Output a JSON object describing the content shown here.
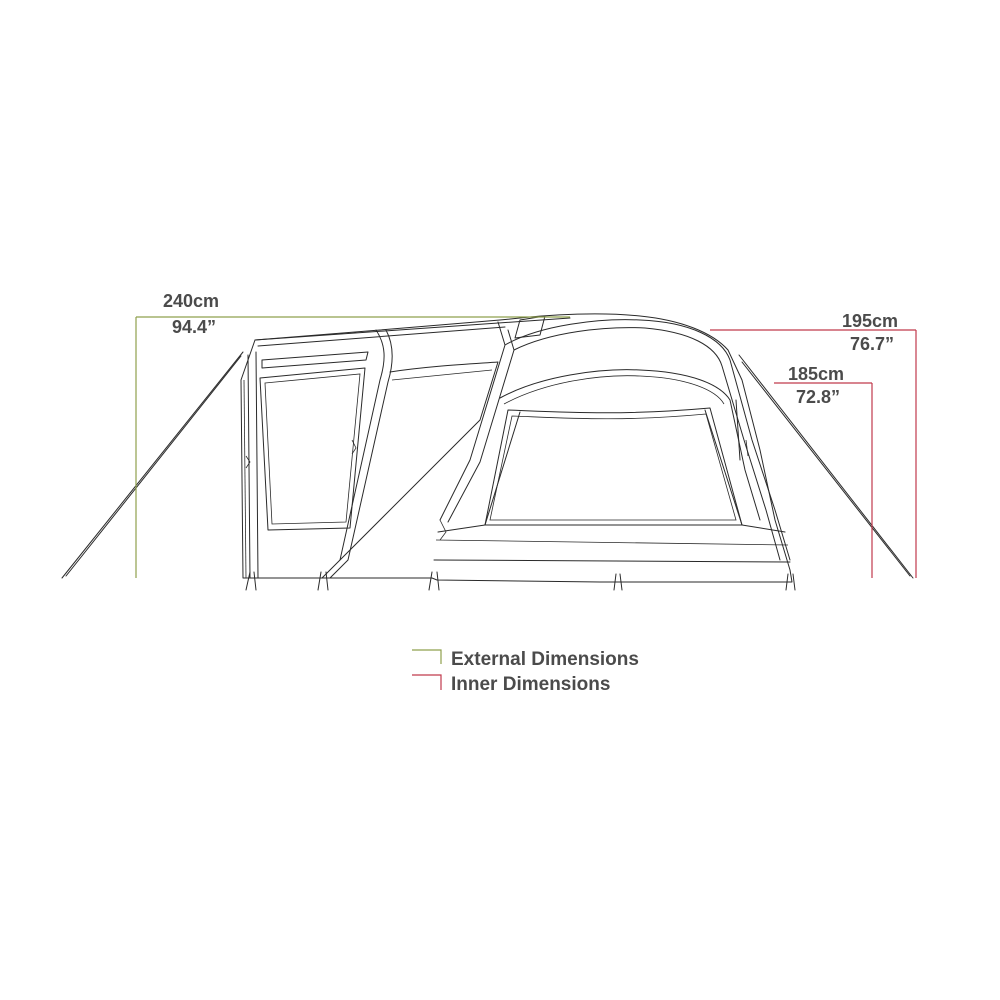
{
  "colors": {
    "external": "#8fa04e",
    "inner": "#c03a4c",
    "text": "#4b4b4b",
    "outline": "#2a2a2a"
  },
  "dimensions": {
    "external_height": {
      "cm": "240cm",
      "in": "94.4”"
    },
    "inner_peak": {
      "cm": "195cm",
      "in": "76.7”"
    },
    "inner_side": {
      "cm": "185cm",
      "in": "72.8”"
    }
  },
  "legend": {
    "external": "External Dimensions",
    "inner": "Inner Dimensions"
  }
}
